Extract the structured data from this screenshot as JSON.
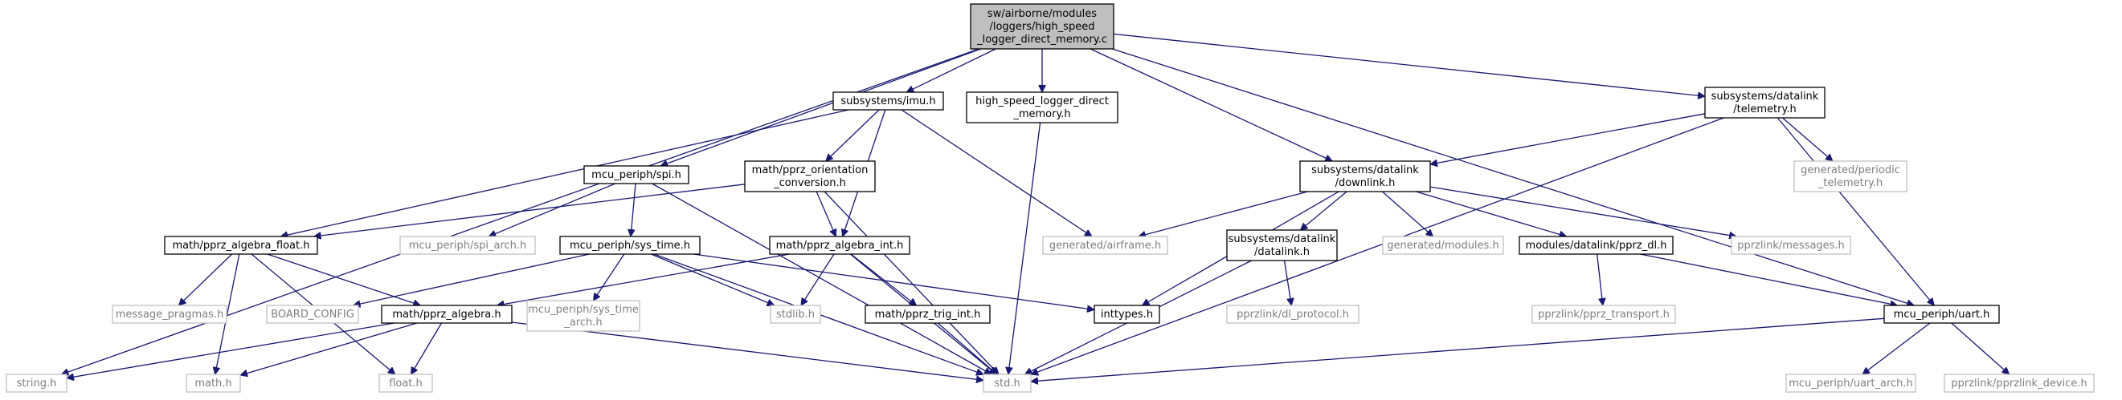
{
  "graph": {
    "nodes": [
      {
        "id": "root",
        "lines": [
          "sw/airborne/modules",
          "/loggers/high_speed",
          "_logger_direct_memory.c"
        ],
        "kind": "root"
      },
      {
        "id": "imu",
        "lines": [
          "subsystems/imu.h"
        ],
        "kind": "doc"
      },
      {
        "id": "hsl",
        "lines": [
          "high_speed_logger_direct",
          "_memory.h"
        ],
        "kind": "doc"
      },
      {
        "id": "telemetry",
        "lines": [
          "subsystems/datalink",
          "/telemetry.h"
        ],
        "kind": "doc"
      },
      {
        "id": "spi",
        "lines": [
          "mcu_periph/spi.h"
        ],
        "kind": "doc"
      },
      {
        "id": "orient",
        "lines": [
          "math/pprz_orientation",
          "_conversion.h"
        ],
        "kind": "doc"
      },
      {
        "id": "downlink",
        "lines": [
          "subsystems/datalink",
          "/downlink.h"
        ],
        "kind": "doc"
      },
      {
        "id": "periodic",
        "lines": [
          "generated/periodic",
          "_telemetry.h"
        ],
        "kind": "ext"
      },
      {
        "id": "algfloat",
        "lines": [
          "math/pprz_algebra_float.h"
        ],
        "kind": "doc"
      },
      {
        "id": "spiarch",
        "lines": [
          "mcu_periph/spi_arch.h"
        ],
        "kind": "ext"
      },
      {
        "id": "systime",
        "lines": [
          "mcu_periph/sys_time.h"
        ],
        "kind": "doc"
      },
      {
        "id": "algint",
        "lines": [
          "math/pprz_algebra_int.h"
        ],
        "kind": "doc"
      },
      {
        "id": "airframe",
        "lines": [
          "generated/airframe.h"
        ],
        "kind": "ext"
      },
      {
        "id": "datalink",
        "lines": [
          "subsystems/datalink",
          "/datalink.h"
        ],
        "kind": "doc"
      },
      {
        "id": "modules",
        "lines": [
          "generated/modules.h"
        ],
        "kind": "ext"
      },
      {
        "id": "pprzdl",
        "lines": [
          "modules/datalink/pprz_dl.h"
        ],
        "kind": "doc"
      },
      {
        "id": "messages",
        "lines": [
          "pprzlink/messages.h"
        ],
        "kind": "ext"
      },
      {
        "id": "msgpragmas",
        "lines": [
          "message_pragmas.h"
        ],
        "kind": "ext"
      },
      {
        "id": "boardcfg",
        "lines": [
          "BOARD_CONFIG"
        ],
        "kind": "ext"
      },
      {
        "id": "alg",
        "lines": [
          "math/pprz_algebra.h"
        ],
        "kind": "doc"
      },
      {
        "id": "systimearch",
        "lines": [
          "mcu_periph/sys_time",
          "_arch.h"
        ],
        "kind": "ext"
      },
      {
        "id": "stdlib",
        "lines": [
          "stdlib.h"
        ],
        "kind": "ext"
      },
      {
        "id": "trigint",
        "lines": [
          "math/pprz_trig_int.h"
        ],
        "kind": "doc"
      },
      {
        "id": "inttypes",
        "lines": [
          "inttypes.h"
        ],
        "kind": "doc"
      },
      {
        "id": "dlproto",
        "lines": [
          "pprzlink/dl_protocol.h"
        ],
        "kind": "ext"
      },
      {
        "id": "transport",
        "lines": [
          "pprzlink/pprz_transport.h"
        ],
        "kind": "ext"
      },
      {
        "id": "uart",
        "lines": [
          "mcu_periph/uart.h"
        ],
        "kind": "doc"
      },
      {
        "id": "string",
        "lines": [
          "string.h"
        ],
        "kind": "ext"
      },
      {
        "id": "math",
        "lines": [
          "math.h"
        ],
        "kind": "ext"
      },
      {
        "id": "float",
        "lines": [
          "float.h"
        ],
        "kind": "ext"
      },
      {
        "id": "std",
        "lines": [
          "std.h"
        ],
        "kind": "ext"
      },
      {
        "id": "uartarch",
        "lines": [
          "mcu_periph/uart_arch.h"
        ],
        "kind": "ext"
      },
      {
        "id": "device",
        "lines": [
          "pprzlink/pprzlink_device.h"
        ],
        "kind": "ext"
      }
    ],
    "edges": [
      [
        "root",
        "imu"
      ],
      [
        "root",
        "hsl"
      ],
      [
        "root",
        "telemetry"
      ],
      [
        "root",
        "spi"
      ],
      [
        "root",
        "downlink"
      ],
      [
        "root",
        "string"
      ],
      [
        "root",
        "uart"
      ],
      [
        "imu",
        "algfloat"
      ],
      [
        "imu",
        "orient"
      ],
      [
        "imu",
        "algint"
      ],
      [
        "imu",
        "airframe"
      ],
      [
        "hsl",
        "std"
      ],
      [
        "telemetry",
        "downlink"
      ],
      [
        "telemetry",
        "periodic"
      ],
      [
        "telemetry",
        "std"
      ],
      [
        "telemetry",
        "uart"
      ],
      [
        "spi",
        "spiarch"
      ],
      [
        "spi",
        "systime"
      ],
      [
        "spi",
        "std"
      ],
      [
        "orient",
        "algfloat"
      ],
      [
        "orient",
        "algint"
      ],
      [
        "orient",
        "std"
      ],
      [
        "downlink",
        "airframe"
      ],
      [
        "downlink",
        "inttypes"
      ],
      [
        "downlink",
        "datalink"
      ],
      [
        "downlink",
        "modules"
      ],
      [
        "downlink",
        "pprzdl"
      ],
      [
        "downlink",
        "messages"
      ],
      [
        "algfloat",
        "msgpragmas"
      ],
      [
        "algfloat",
        "alg"
      ],
      [
        "algfloat",
        "math"
      ],
      [
        "algfloat",
        "float"
      ],
      [
        "systime",
        "boardcfg"
      ],
      [
        "systime",
        "systimearch"
      ],
      [
        "systime",
        "stdlib"
      ],
      [
        "systime",
        "inttypes"
      ],
      [
        "systime",
        "std"
      ],
      [
        "algint",
        "alg"
      ],
      [
        "algint",
        "stdlib"
      ],
      [
        "algint",
        "trigint"
      ],
      [
        "algint",
        "std"
      ],
      [
        "datalink",
        "dlproto"
      ],
      [
        "datalink",
        "std"
      ],
      [
        "pprzdl",
        "transport"
      ],
      [
        "pprzdl",
        "uart"
      ],
      [
        "alg",
        "string"
      ],
      [
        "alg",
        "math"
      ],
      [
        "alg",
        "float"
      ],
      [
        "alg",
        "std"
      ],
      [
        "trigint",
        "std"
      ],
      [
        "uart",
        "std"
      ],
      [
        "uart",
        "uartarch"
      ],
      [
        "uart",
        "device"
      ]
    ]
  }
}
